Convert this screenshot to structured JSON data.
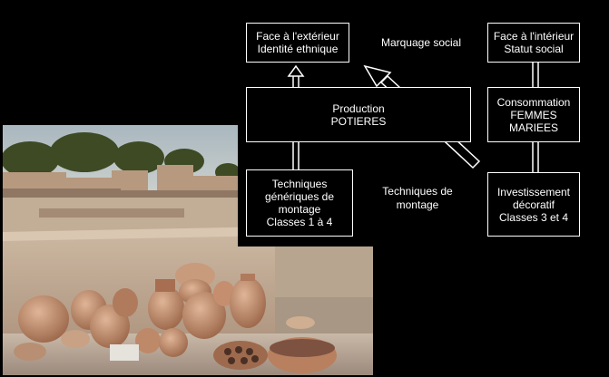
{
  "diagram": {
    "boxes": {
      "exterior": [
        "Face à l'extérieur",
        "Identité ethnique"
      ],
      "interior": [
        "Face à l'intérieur",
        "Statut social"
      ],
      "production": [
        "Production",
        "POTIERES"
      ],
      "consommation": [
        "Consommation",
        "FEMMES",
        "MARIEES"
      ],
      "techniques": [
        "Techniques",
        "génériques de",
        "montage",
        "Classes 1 à 4"
      ],
      "investissement": [
        "Investissement",
        "décoratif",
        "Classes 3 et 4"
      ]
    },
    "labels": {
      "marquage": "Marquage social",
      "techniques_montage": [
        "Techniques de",
        "montage"
      ]
    }
  },
  "photo": {
    "description": "village-pottery-photo",
    "colors": {
      "sky": "#b9c4c9",
      "wall": "#c4b09b",
      "ground": "#b8a898",
      "pot": "#c38a6a"
    }
  }
}
